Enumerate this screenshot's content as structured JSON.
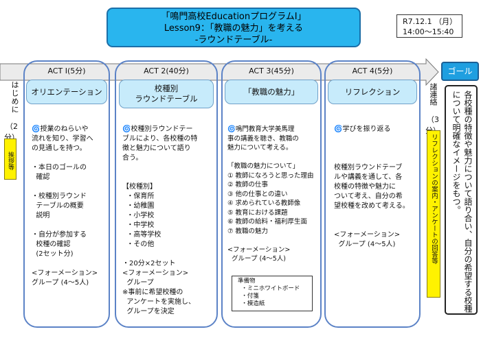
{
  "header": {
    "title_line1": "「鳴門高校EducationプログラムⅠ」",
    "title_line2": "Lesson9：「教職の魅力」を考える",
    "title_line3": "-ラウンドテーブル-",
    "date": "R7.12.1 （月）",
    "time": "14:00～15:40"
  },
  "goal_label": "ゴール",
  "goal_text": "各校種の特徴や魅力について語り合い、自分の希望する校種について明確なイメージをもつ。",
  "intro": {
    "label": "はじめに",
    "time": "（2分）",
    "note": "挨拶等"
  },
  "closing": {
    "label": "諸連絡",
    "time": "（3分）",
    "note": "リフレクションの案内・アンケートの回答等"
  },
  "acts": [
    {
      "label": "ACT Ⅰ(5分)",
      "heading": "オリエンテーション",
      "body": "🌀授業のねらいや\n流れを知り、学習へ\nの見通しを持つ。\n\n・本日のゴールの\n  確認\n\n・校種別ラウンド\n  テーブルの概要\n  説明\n\n・自分が参加する\n  校種の確認\n  (2セット分)\n\n<フォーメーション>\nグループ (4～5人)"
    },
    {
      "label": "ACT 2(40分)",
      "heading": "校種別\nラウンドテーブル",
      "body": "🌀校種別ラウンドテー\nブルにより、各校種の特\n徴と魅力について語り\n合う。\n\n\n【校種別】\n  ・保育所\n  ・幼稚園\n  ・小学校\n  ・中学校\n  ・高等学校\n  ・その他\n\n・20分×2セット\n<フォーメーション>\n  グループ\n※事前に希望校種の\n  アンケートを実施し、\n  グループを決定"
    },
    {
      "label": "ACT 3(45分)",
      "heading": "「教職の魅力」",
      "body": "🌀鳴門教育大学美馬理\n事の講義を聴き、教職の\n魅力について考える。\n\n「教職の魅力について」\n① 教師になろうと思った理由\n② 教師の仕事\n③ 他の仕事との違い\n④ 求められている教師像\n⑤ 教育における課題\n⑥ 教師の給料・福利厚生面\n⑦ 教職の魅力\n\n<フォーメーション>\n  グループ (4～5人)",
      "prep": "準備物\n  ・ミニホワイトボード\n  ・付箋\n  ・模造紙"
    },
    {
      "label": "ACT 4(5分)",
      "heading": "リフレクション",
      "body": "🌀学びを振り返る\n\n\n\n校種別ラウンドテーブ\nルや講義を通して、各\n校種の特徴や魅力に\nついて考え、自分の希\n望校種を改めて考える。\n\n\n<フォーメーション>\n  グループ (4～5人)"
    }
  ],
  "colors": {
    "title_fill": "#29b5ee",
    "act_border": "#5b82c6",
    "heading_fill": "#c7ebfb",
    "note_fill": "#fff200",
    "goal_fill": "#1f9fe0"
  }
}
